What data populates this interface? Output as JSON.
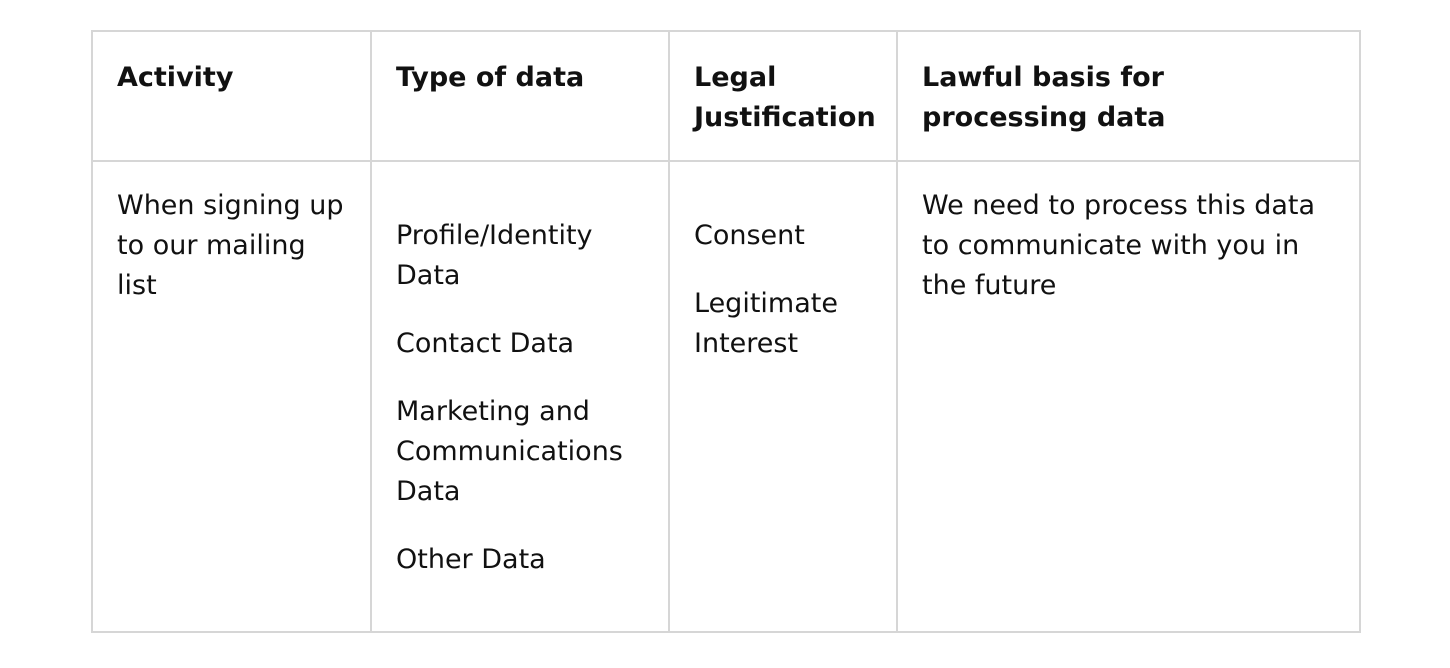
{
  "table": {
    "headers": [
      "Activity",
      "Type of data",
      "Legal Justification",
      "Lawful basis for processing data"
    ],
    "rows": [
      {
        "activity": "When signing up to our mailing list",
        "data_types": [
          "Profile/Identity Data",
          "Contact Data",
          "Marketing and Communications Data",
          "Other Data"
        ],
        "justifications": [
          "Consent",
          "Legitimate Interest"
        ],
        "lawful_basis": "We need to process this data to communicate with you in the future"
      }
    ]
  }
}
